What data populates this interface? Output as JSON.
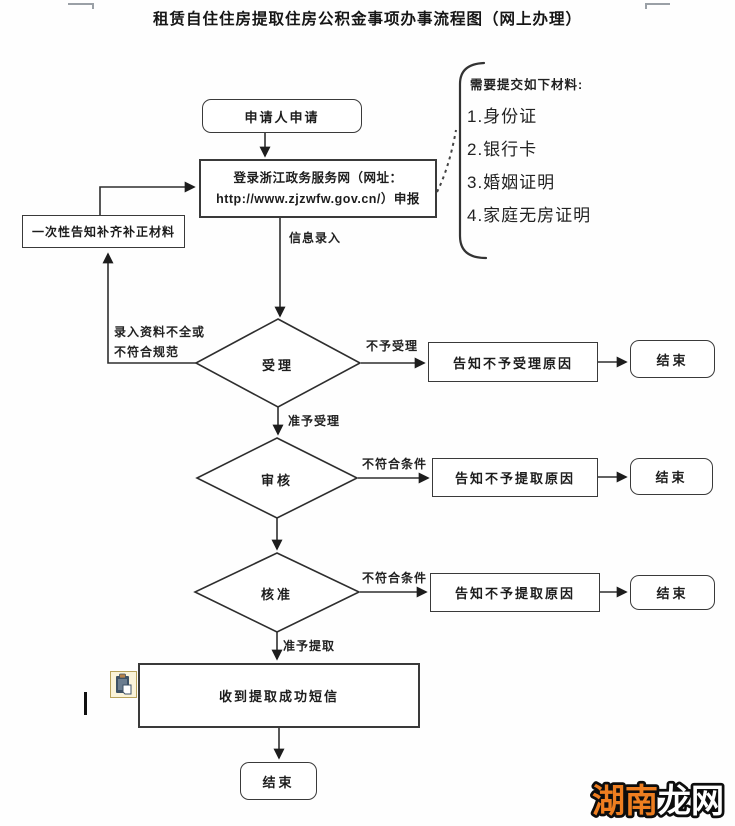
{
  "title": "租赁自住住房提取住房公积金事项办事流程图（网上办理）",
  "nodes": {
    "start": "申请人申请",
    "login": {
      "line1": "登录浙江政务服务网（网址：",
      "line2": "http://www.zjzwfw.gov.cn/）申报"
    },
    "notify_supplement": "一次性告知补齐补正材料",
    "accept_diamond": "受理",
    "review_diamond": "审核",
    "approve_diamond": "核准",
    "notify_reject_accept": "告知不予受理原因",
    "notify_reject_withdraw_1": "告知不予提取原因",
    "notify_reject_withdraw_2": "告知不予提取原因",
    "sms_success": "收到提取成功短信",
    "end_labels": [
      "结束",
      "结束",
      "结束",
      "结束"
    ]
  },
  "edge_labels": {
    "info_entry": "信息录入",
    "incomplete_line1": "录入资料不全或",
    "incomplete_line2": "不符合规范",
    "reject_accept": "不予受理",
    "grant_accept": "准予受理",
    "not_qualified_1": "不符合条件",
    "not_qualified_2": "不符合条件",
    "grant_withdraw": "准予提取"
  },
  "materials": {
    "header": "需要提交如下材料:",
    "items": [
      "1.身份证",
      "2.银行卡",
      "3.婚姻证明",
      "4.家庭无房证明"
    ]
  },
  "watermark": {
    "part1": "湖南",
    "part2": "龙网",
    "color1": "#ee7e20",
    "color2": "#ffffff"
  }
}
